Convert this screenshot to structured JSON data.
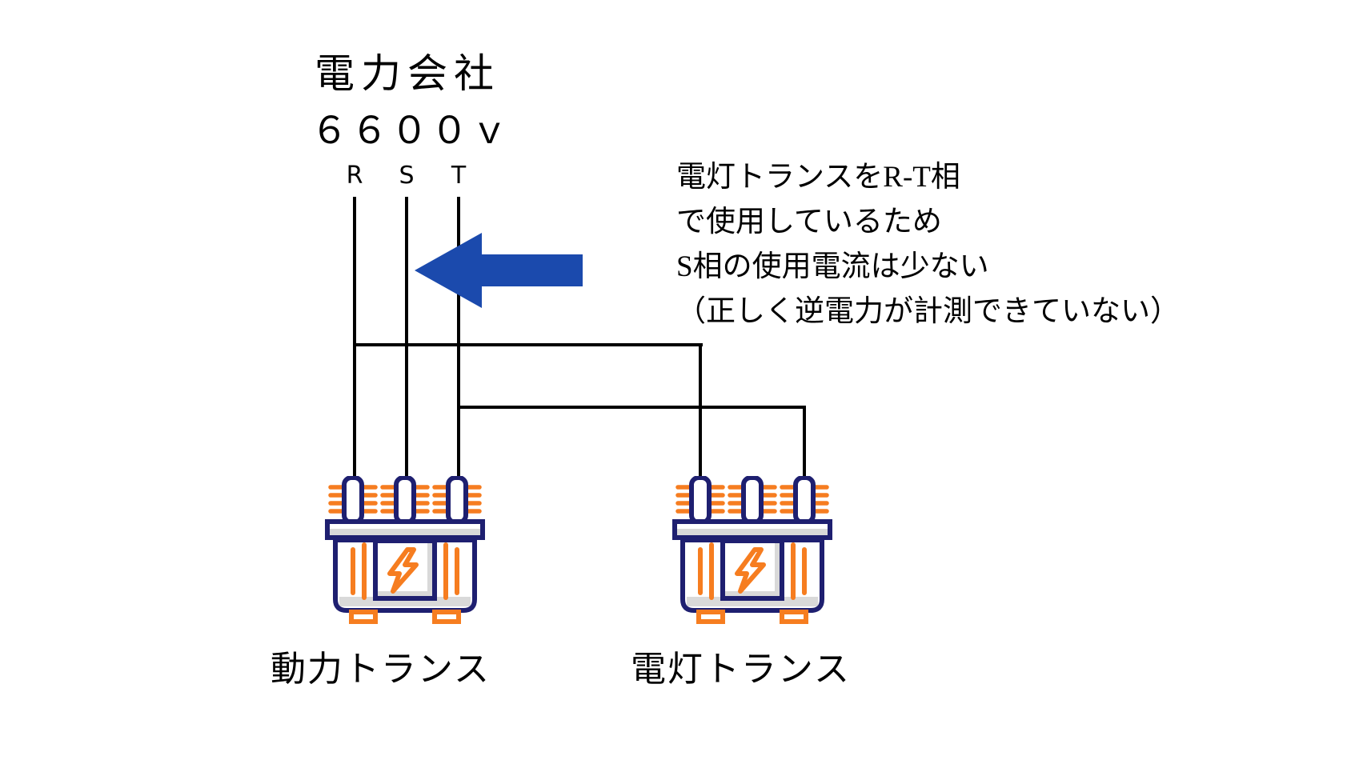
{
  "title": {
    "company": "電力会社",
    "voltage": "６６００ｖ"
  },
  "phases": {
    "r": "R",
    "s": "S",
    "t": "T"
  },
  "annotation": {
    "lines": [
      "電灯トランスをR-T相",
      "で使用しているため",
      "S相の使用電流は少ない",
      "（正しく逆電力が計測できていない）"
    ]
  },
  "transformers": [
    {
      "label": "動力トランス"
    },
    {
      "label": "電灯トランス"
    }
  ],
  "colors": {
    "wire_black": "#000000",
    "arrow_blue": "#1b4aad",
    "icon_navy": "#1e1f70",
    "icon_orange": "#f67d20",
    "icon_gray": "#d9d9d9",
    "background": "#ffffff"
  }
}
